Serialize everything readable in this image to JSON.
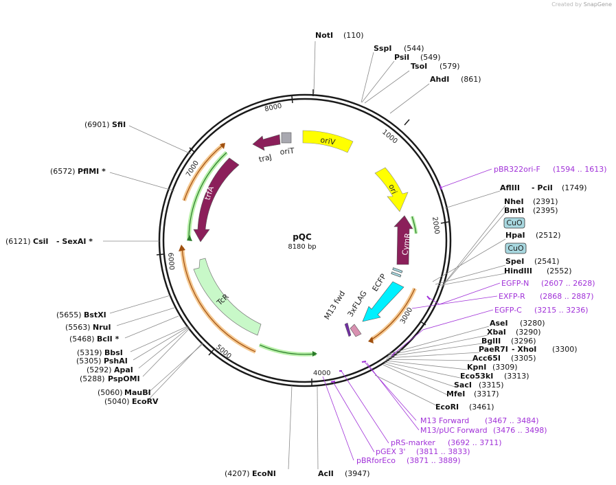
{
  "credit": {
    "prefix": "Created by",
    "brand": "SnapGene"
  },
  "plasmid": {
    "name": "pQC",
    "length": "8180 bp"
  },
  "ticks": [
    "1000",
    "2000",
    "3000",
    "4000",
    "5000",
    "6000",
    "7000",
    "8000"
  ],
  "sites": [
    {
      "name": "NotI",
      "pos": "(110)"
    },
    {
      "name": "SspI",
      "pos": "(544)"
    },
    {
      "name": "PsiI",
      "pos": "(549)"
    },
    {
      "name": "TsoI",
      "pos": "(579)"
    },
    {
      "name": "AhdI",
      "pos": "(861)"
    },
    {
      "name": "AflIII",
      "name2": "- PciI",
      "pos": "(1749)"
    },
    {
      "name": "NheI",
      "pos": "(2391)"
    },
    {
      "name": "BmtI",
      "pos": "(2395)"
    },
    {
      "name": "HpaI",
      "pos": "(2512)"
    },
    {
      "name": "SpeI",
      "pos": "(2541)"
    },
    {
      "name": "HindIII",
      "pos": "(2552)"
    },
    {
      "name": "AseI",
      "pos": "(3280)"
    },
    {
      "name": "XbaI",
      "pos": "(3290)"
    },
    {
      "name": "BglII",
      "pos": "(3296)"
    },
    {
      "name": "PaeR7I",
      "name2": "- XhoI",
      "pos": "(3300)"
    },
    {
      "name": "Acc65I",
      "pos": "(3305)"
    },
    {
      "name": "KpnI",
      "pos": "(3309)"
    },
    {
      "name": "Eco53kI",
      "pos": "(3313)"
    },
    {
      "name": "SacI",
      "pos": "(3315)"
    },
    {
      "name": "MfeI",
      "pos": "(3317)"
    },
    {
      "name": "EcoRI",
      "pos": "(3461)"
    },
    {
      "name": "AclI",
      "pos": "(3947)"
    },
    {
      "name": "EcoNI",
      "pos": "(4207)"
    },
    {
      "name": "EcoRV",
      "pos": "(5040)"
    },
    {
      "name": "MauBI",
      "pos": "(5060)"
    },
    {
      "name": "PspOMI",
      "pos": "(5288)"
    },
    {
      "name": "ApaI",
      "pos": "(5292)"
    },
    {
      "name": "PshAI",
      "pos": "(5305)"
    },
    {
      "name": "BbsI",
      "pos": "(5319)"
    },
    {
      "name": "BclI *",
      "pos": "(5468)"
    },
    {
      "name": "NruI",
      "pos": "(5563)"
    },
    {
      "name": "BstXI",
      "pos": "(5655)"
    },
    {
      "name": "CsiI",
      "name2": "- SexAI *",
      "pos": "(6121)"
    },
    {
      "name": "PflMI *",
      "pos": "(6572)"
    },
    {
      "name": "SfiI",
      "pos": "(6901)"
    }
  ],
  "primers": [
    {
      "name": "pBR322ori-F",
      "range": "(1594 .. 1613)"
    },
    {
      "name": "EGFP-N",
      "range": "(2607 .. 2628)"
    },
    {
      "name": "EXFP-R",
      "range": "(2868 .. 2887)"
    },
    {
      "name": "EGFP-C",
      "range": "(3215 .. 3236)"
    },
    {
      "name": "M13 Forward",
      "range": "(3467 .. 3484)"
    },
    {
      "name": "M13/pUC Forward",
      "range": "(3476 .. 3498)"
    },
    {
      "name": "pRS-marker",
      "range": "(3692 .. 3711)"
    },
    {
      "name": "pGEX 3'",
      "range": "(3811 .. 3833)"
    },
    {
      "name": "pBRforEco",
      "range": "(3871 .. 3889)"
    }
  ],
  "features": [
    {
      "label": "oriV"
    },
    {
      "label": "ori"
    },
    {
      "label": "CymR"
    },
    {
      "label": "CuO"
    },
    {
      "label": "CuO"
    },
    {
      "label": "ECFP"
    },
    {
      "label": "3xFLAG"
    },
    {
      "label": "M13 fwd"
    },
    {
      "label": "TcR"
    },
    {
      "label": "trfA"
    },
    {
      "label": "traJ"
    },
    {
      "label": "oriT"
    }
  ],
  "colors": {
    "backbone": "#1a1a1a",
    "primer": "#a030d8",
    "origin": "#ffff00",
    "cds_purple": "#8b1f5a",
    "cyan": "#00f0ff",
    "tcr": "#c8f8c8",
    "promoter_orange": "#f5c890",
    "promoter_green": "#b8f0a8",
    "operator": "#a8d8e0",
    "grey_feature": "#a8a8b0"
  }
}
